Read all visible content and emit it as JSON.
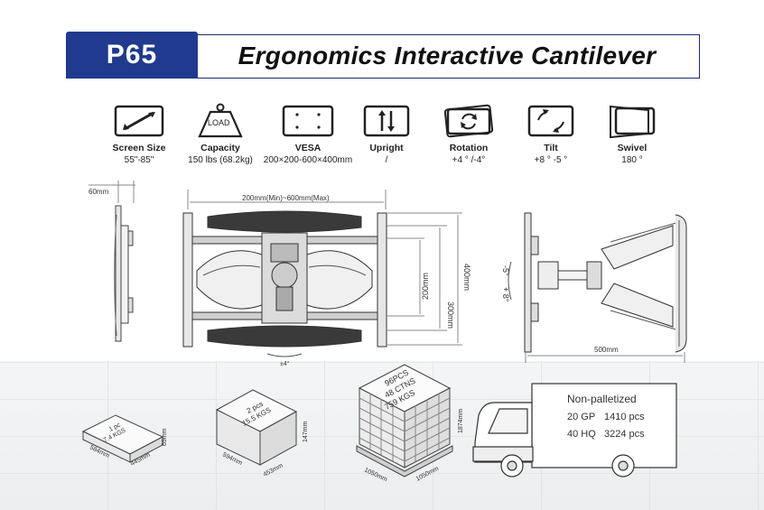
{
  "header": {
    "model": "P65",
    "title": "Ergonomics Interactive Cantilever"
  },
  "specs": [
    {
      "icon": "screen-size-icon",
      "label": "Screen Size",
      "value": "55\"-85\""
    },
    {
      "icon": "load-icon",
      "icon_text": "LOAD",
      "label": "Capacity",
      "value": "150 lbs (68.2kg)"
    },
    {
      "icon": "vesa-icon",
      "label": "VESA",
      "value": "200×200-600×400mm"
    },
    {
      "icon": "upright-icon",
      "label": "Upright",
      "value": "/"
    },
    {
      "icon": "rotation-icon",
      "label": "Rotation",
      "value": "+4 ° /-4°"
    },
    {
      "icon": "tilt-icon",
      "label": "Tilt",
      "value": "+8 ° -5 °"
    },
    {
      "icon": "swivel-icon",
      "label": "Swivel",
      "value": "180 °"
    }
  ],
  "drawing": {
    "side_depth": "60mm",
    "width_range": "200mm(Min)~600mm(Max)",
    "h200": "200mm",
    "h300": "300mm",
    "h400": "400mm",
    "rotation": "±4°",
    "tilt": "-5°",
    "tilt_plus": "+ 8°",
    "extension": "500mm"
  },
  "packages": [
    {
      "qty": "1 pc",
      "weight": "7.4 KGS",
      "dims": [
        "584mm",
        "445mm",
        "69mm"
      ]
    },
    {
      "qty": "2 pcs",
      "weight": "15.5 KGS",
      "dims": [
        "594mm",
        "453mm",
        "147mm"
      ]
    },
    {
      "qty": "96PCS",
      "cartons": "48 CTNS",
      "weight": "759 KGS",
      "dims": [
        "1050mm",
        "1050mm",
        "1874mm"
      ]
    }
  ],
  "shipping": {
    "title": "Non-palletized",
    "rows": [
      {
        "container": "20 GP",
        "qty": "1410 pcs"
      },
      {
        "container": "40 HQ",
        "qty": "3224 pcs"
      }
    ]
  }
}
